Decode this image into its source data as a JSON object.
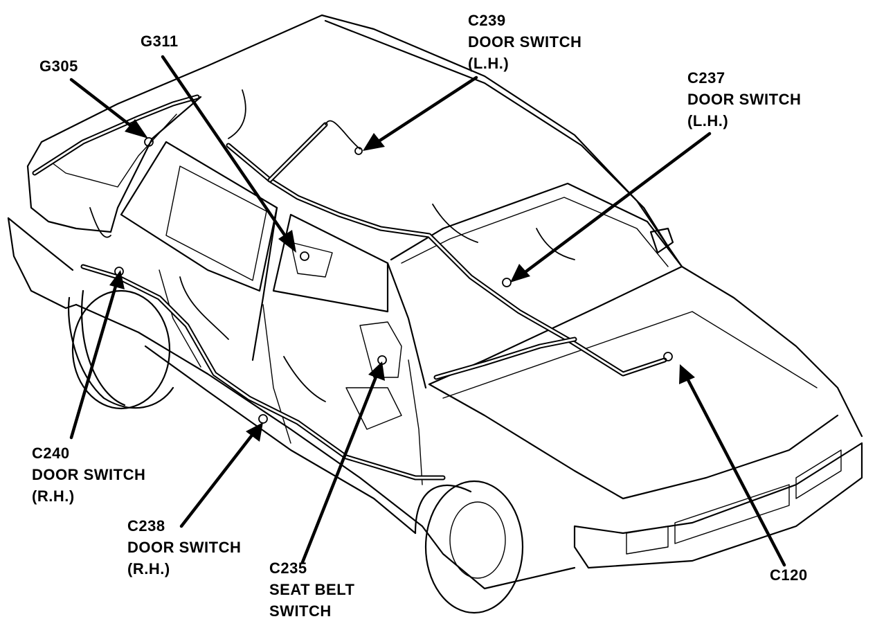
{
  "diagram": {
    "callouts": {
      "g305": {
        "lines": [
          "G305"
        ]
      },
      "g311": {
        "lines": [
          "G311"
        ]
      },
      "c239": {
        "lines": [
          "C239",
          "DOOR SWITCH",
          "(L.H.)"
        ]
      },
      "c237": {
        "lines": [
          "C237",
          "DOOR SWITCH",
          "(L.H.)"
        ]
      },
      "c240": {
        "lines": [
          "C240",
          "DOOR SWITCH",
          "(R.H.)"
        ]
      },
      "c238": {
        "lines": [
          "C238",
          "DOOR SWITCH",
          "(R.H.)"
        ]
      },
      "c235": {
        "lines": [
          "C235",
          "SEAT BELT",
          "SWITCH"
        ]
      },
      "c120": {
        "lines": [
          "C120"
        ]
      }
    }
  }
}
